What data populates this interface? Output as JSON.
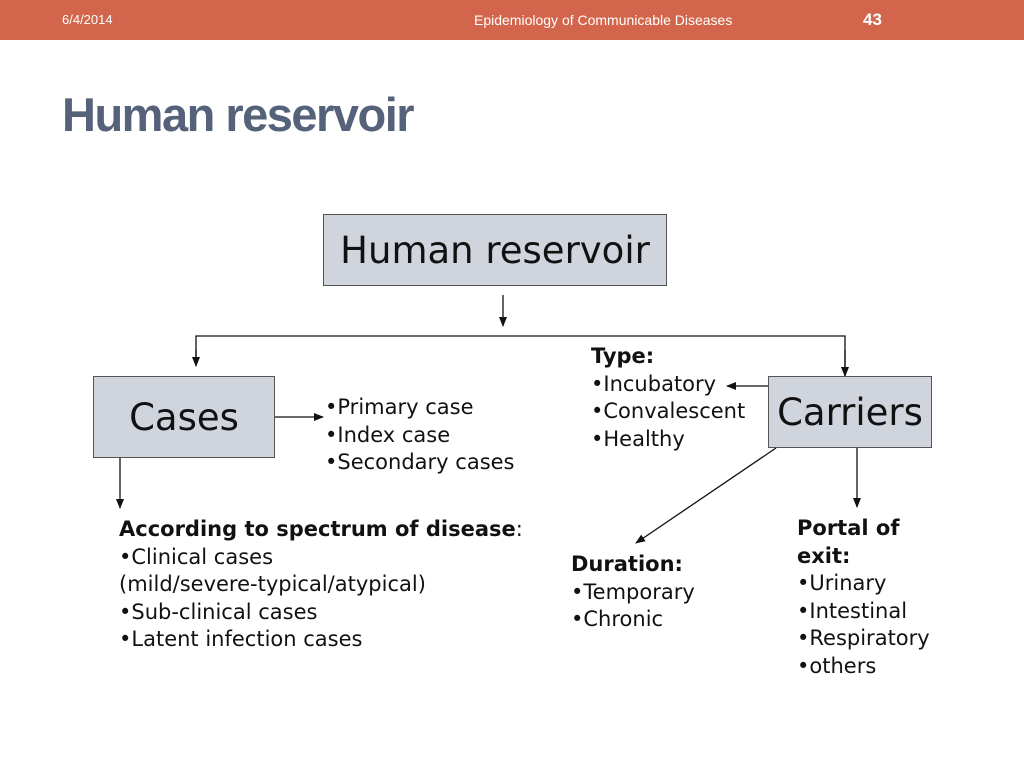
{
  "header": {
    "date": "6/4/2014",
    "course": "Epidemiology of Communicable Diseases",
    "page_number": "43",
    "bar_color": "#d2654b"
  },
  "slide_title": "Human reservoir",
  "diagram": {
    "root": "Human reservoir",
    "cases": {
      "label": "Cases",
      "types": [
        "•Primary case",
        "•Index case",
        "•Secondary cases"
      ],
      "spectrum_heading": "According to spectrum of disease",
      "spectrum_colon": ":",
      "spectrum_items": [
        "•Clinical cases",
        "(mild/severe-typical/atypical)",
        "•Sub-clinical cases",
        "•Latent infection cases"
      ]
    },
    "carriers": {
      "label": "Carriers",
      "type_heading": "Type:",
      "type_items": [
        "•Incubatory",
        "•Convalescent",
        "•Healthy"
      ],
      "duration_heading": "Duration:",
      "duration_items": [
        "•Temporary",
        "•Chronic"
      ],
      "portal_heading_1": "Portal of",
      "portal_heading_2": "exit:",
      "portal_items": [
        "•Urinary",
        "•Intestinal",
        "•Respiratory",
        "•others"
      ]
    }
  }
}
